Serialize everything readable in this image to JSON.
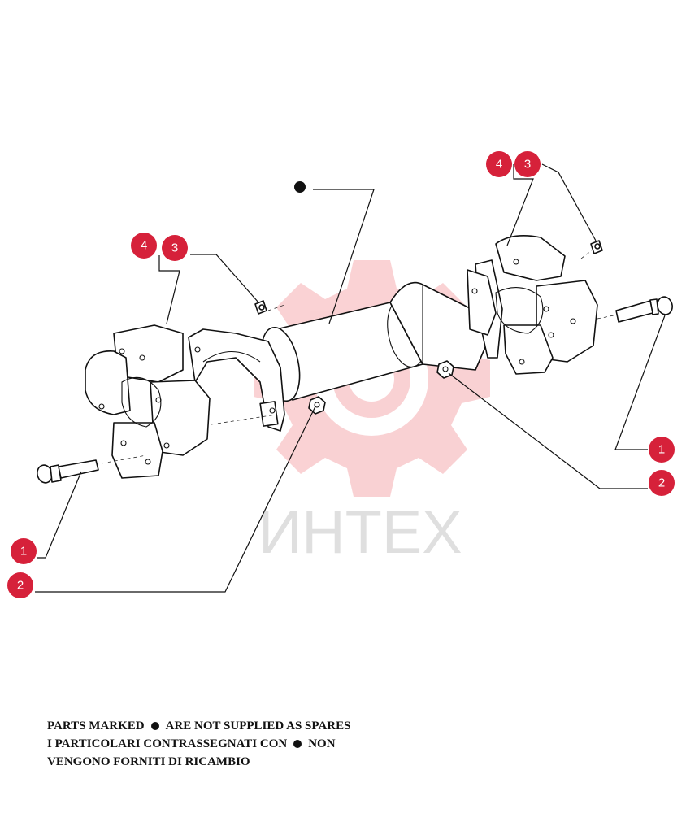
{
  "callouts": [
    {
      "id": "c-left-4",
      "label": "4"
    },
    {
      "id": "c-left-3",
      "label": "3"
    },
    {
      "id": "c-right-4",
      "label": "4"
    },
    {
      "id": "c-right-3",
      "label": "3"
    },
    {
      "id": "c-right-1",
      "label": "1"
    },
    {
      "id": "c-right-2",
      "label": "2"
    },
    {
      "id": "c-left-1",
      "label": "1"
    },
    {
      "id": "c-left-2",
      "label": "2"
    }
  ],
  "watermark": {
    "text": "ИНТЕХ"
  },
  "colors": {
    "callout": "#d6213a",
    "watermark_gear": "#e8323c",
    "line": "#111111"
  },
  "note": {
    "line1_pre": "PARTS MARKED",
    "line1_post": "ARE NOT SUPPLIED AS SPARES",
    "line2_pre": "I PARTICOLARI CONTRASSEGNATI CON",
    "line2_post": "NON",
    "line3": "VENGONO FORNITI DI RICAMBIO"
  }
}
